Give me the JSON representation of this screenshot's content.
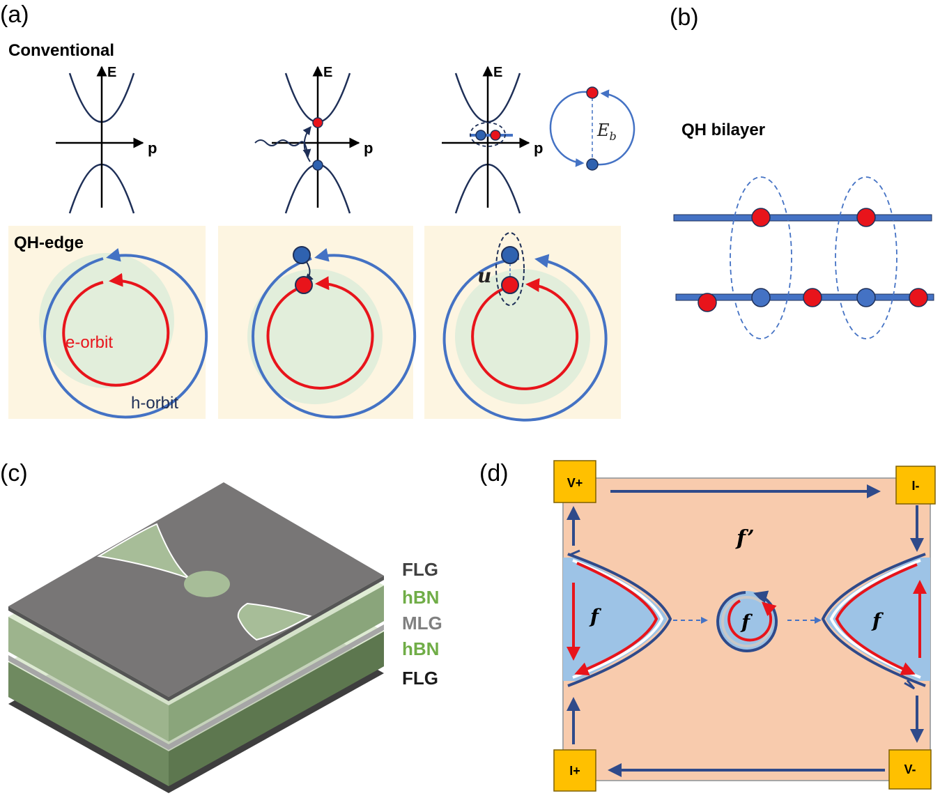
{
  "panel_a": {
    "label": "(a)",
    "conventional": "Conventional",
    "axis_e": "E",
    "axis_p": "p",
    "binding": "E",
    "binding_sub": "b",
    "qh_edge": "QH-edge",
    "e_orbit": "e-orbit",
    "h_orbit": "h-orbit",
    "u": "u"
  },
  "panel_b": {
    "label": "(b)",
    "title": "QH bilayer"
  },
  "panel_c": {
    "label": "(c)",
    "layers": [
      "FLG",
      "hBN",
      "MLG",
      "hBN",
      "FLG"
    ]
  },
  "panel_d": {
    "label": "(d)",
    "contact_vplus": "V+",
    "contact_iminus": "I-",
    "contact_iplus": "I+",
    "contact_vminus": "V-",
    "f_prime": "f’",
    "f": "f"
  },
  "colors": {
    "electron": "#e8141b",
    "hole": "#2f62b0",
    "orbit_blue": "#4472c4",
    "dark_navy": "#1e2f57",
    "cream": "#fdf5e1",
    "light_green": "#e2eedb",
    "salmon": "#f8cbad",
    "light_blue": "#9dc3e6",
    "contact_gold": "#ffc000",
    "hbn_green": "#70ad47",
    "mlg_gray": "#808080",
    "flg_dark": "#404040"
  }
}
